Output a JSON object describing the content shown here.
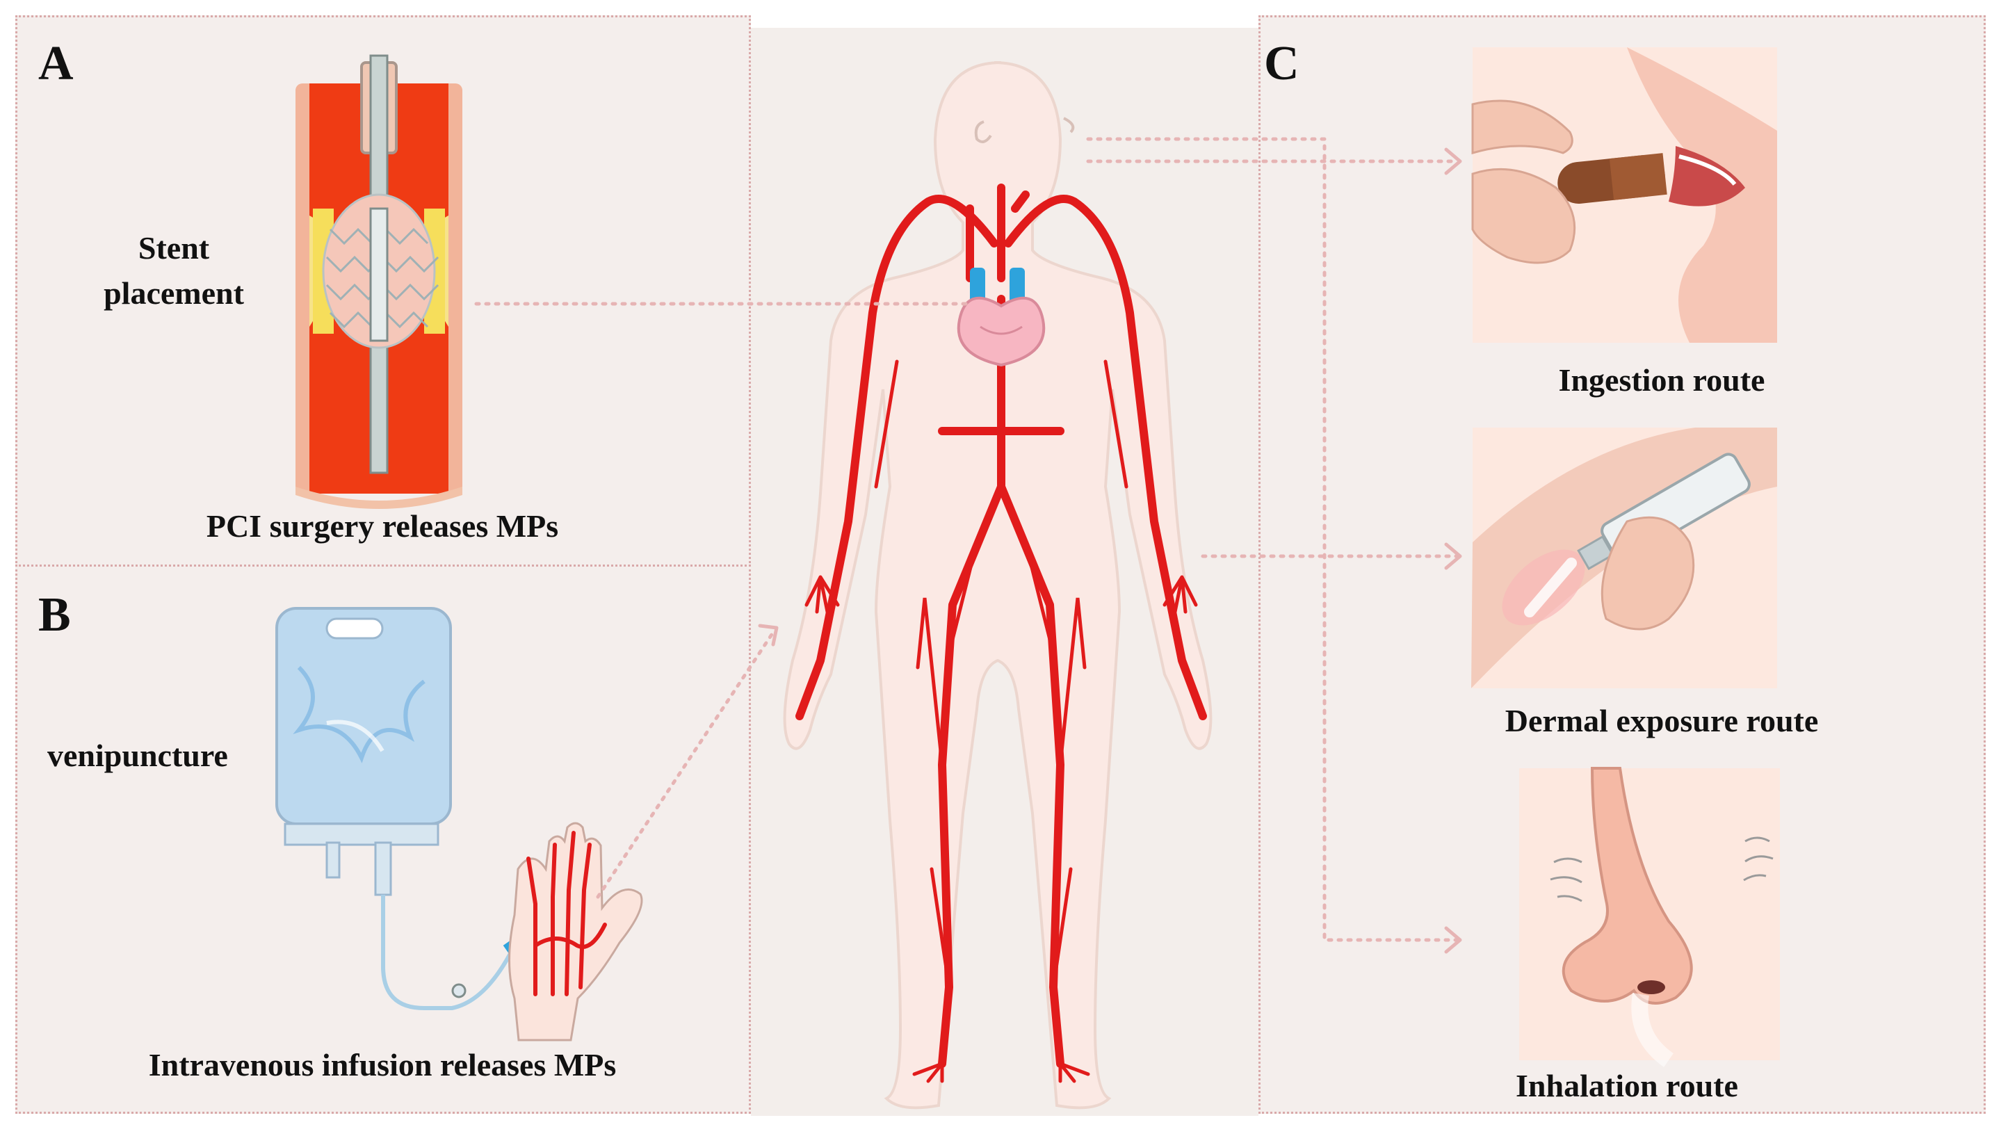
{
  "panels": {
    "a": {
      "letter": "A",
      "inset_label_line1": "Stent",
      "inset_label_line2": "placement",
      "caption": "PCI surgery releases MPs"
    },
    "b": {
      "letter": "B",
      "inset_label": "venipuncture",
      "caption": "Intravenous infusion releases MPs"
    },
    "c": {
      "letter": "C",
      "routes": [
        {
          "label": "Ingestion route",
          "icon": "capsule-mouth-icon"
        },
        {
          "label": "Dermal exposure route",
          "icon": "ointment-tube-icon"
        },
        {
          "label": "Inhalation route",
          "icon": "nose-breath-icon"
        }
      ]
    }
  },
  "colors": {
    "panel_bg": "#f4eeec",
    "dotted_border": "#d9a9a9",
    "artery_red": "#e11b1b",
    "vein_blue": "#2ea3dc",
    "skin": "#f7d9cf",
    "body_fill": "#fbe9e4"
  },
  "icons": [
    "stent-illustration",
    "iv-bag-illustration",
    "hand-arteries-illustration",
    "human-circulatory-system-illustration",
    "heart-icon"
  ]
}
